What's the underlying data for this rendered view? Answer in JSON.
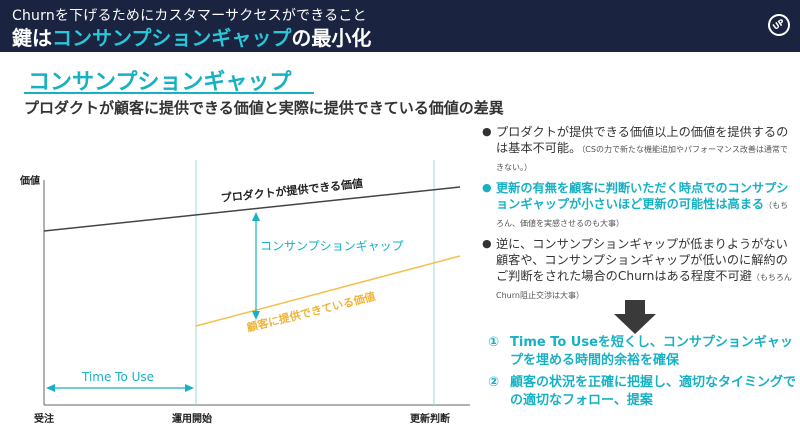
{
  "header": {
    "line1": "Churnを下げるためにカスタマーサクセスができること",
    "line2_prefix": "鍵は",
    "line2_highlight": "コンサンプションギャップ",
    "line2_suffix": "の最小化",
    "logo": "UP"
  },
  "section": {
    "title": "コンサンプションギャップ",
    "subtitle": "プロダクトが顧客に提供できる価値と実際に提供できている価値の差異"
  },
  "chart": {
    "y_axis_label": "価値",
    "x_labels": [
      "受注",
      "運用開始",
      "更新判断"
    ],
    "product_line_label": "プロダクトが提供できる価値",
    "customer_line_label": "顧客に提供できている価値",
    "gap_label": "コンサンプションギャップ",
    "time_to_use_label": "Time To Use"
  },
  "chart_data": {
    "type": "line",
    "x": [
      "受注",
      "運用開始",
      "更新判断"
    ],
    "series": [
      {
        "name": "プロダクトが提供できる価値",
        "values": [
          0.6,
          0.68,
          0.78
        ]
      },
      {
        "name": "顧客に提供できている価値",
        "values": [
          null,
          0.22,
          0.42
        ]
      }
    ],
    "ylabel": "価値",
    "colors": {
      "product": "#444444",
      "customer": "#f2c04e",
      "accent": "#17b1c4"
    }
  },
  "bullets": [
    {
      "text": "プロダクトが提供できる価値以上の価値を提供するのは基本不可能。",
      "note": "（CSの力で新たな機能追加やパフォーマンス改善は通常できない。）",
      "highlight": false
    },
    {
      "text": "更新の有無を顧客に判断いただく時点でのコンサプションギャップが小さいほど更新の可能性は高まる",
      "note": "（もちろん、価値を実感させるのも大事）",
      "highlight": true
    },
    {
      "text": "逆に、コンサンプションギャップが低まりようがない顧客や、コンサンプションギャップが低いのに解約のご判断をされた場合のChurnはある程度不可避",
      "note": "（もちろんChurn阻止交渉は大事）",
      "highlight": false
    }
  ],
  "actions": [
    {
      "num": "①",
      "text": "Time To Useを短くし、コンサプションギャップを埋める時間的余裕を確保"
    },
    {
      "num": "②",
      "text": "顧客の状況を正確に把握し、適切なタイミングでの適切なフォロー、提案"
    }
  ]
}
